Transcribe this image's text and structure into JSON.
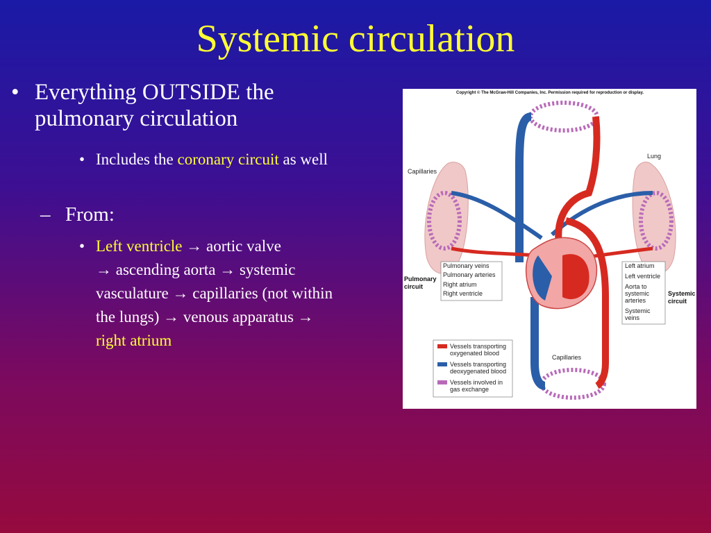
{
  "slide": {
    "title": "Systemic circulation",
    "bullets": {
      "b1": "Everything OUTSIDE the pulmonary circulation",
      "b1_sub_prefix": "Includes the ",
      "b1_sub_highlight": "coronary circuit",
      "b1_sub_suffix": " as well",
      "b2": "From:",
      "b2_sub_part1": "Left ventricle",
      "b2_sub_arrow": "→",
      "b2_sub_part2": " aortic valve ",
      "b2_sub_part3": "  ascending aorta ",
      "b2_sub_part4": " systemic vasculature ",
      "b2_sub_part5": " capillaries (not within the lungs) ",
      "b2_sub_part6": " venous apparatus ",
      "b2_sub_part7": " right atrium"
    },
    "bullet_symbols": {
      "dot": "•",
      "dash": "–"
    }
  },
  "figure": {
    "copyright": "Copyright © The McGraw-Hill Companies, Inc. Permission required for reproduction or display.",
    "labels": {
      "capillaries_top": "Capillaries",
      "lung": "Lung",
      "pulmonary_veins": "Pulmonary veins",
      "pulmonary_arteries": "Pulmonary arteries",
      "right_atrium": "Right atrium",
      "right_ventricle": "Right ventricle",
      "pulmonary_circuit_1": "Pulmonary",
      "pulmonary_circuit_2": "circuit",
      "left_atrium": "Left atrium",
      "left_ventricle": "Left ventricle",
      "aorta_1": "Aorta to",
      "aorta_2": "systemic",
      "aorta_3": "arteries",
      "systemic_veins_1": "Systemic",
      "systemic_veins_2": "veins",
      "systemic_circuit_1": "Systemic",
      "systemic_circuit_2": "circuit",
      "capillaries_bottom": "Capillaries"
    },
    "legend": [
      {
        "line1": "Vessels transporting",
        "line2": "oxygenated blood",
        "color": "#d62a20"
      },
      {
        "line1": "Vessels transporting",
        "line2": "deoxygenated blood",
        "color": "#2a5ea8"
      },
      {
        "line1": "Vessels involved in",
        "line2": "gas exchange",
        "color": "#b86ab8"
      }
    ],
    "colors": {
      "artery": "#d62a20",
      "vein": "#2a5ea8",
      "exchange": "#b86ab8",
      "lung": "#f0c8c8"
    }
  }
}
